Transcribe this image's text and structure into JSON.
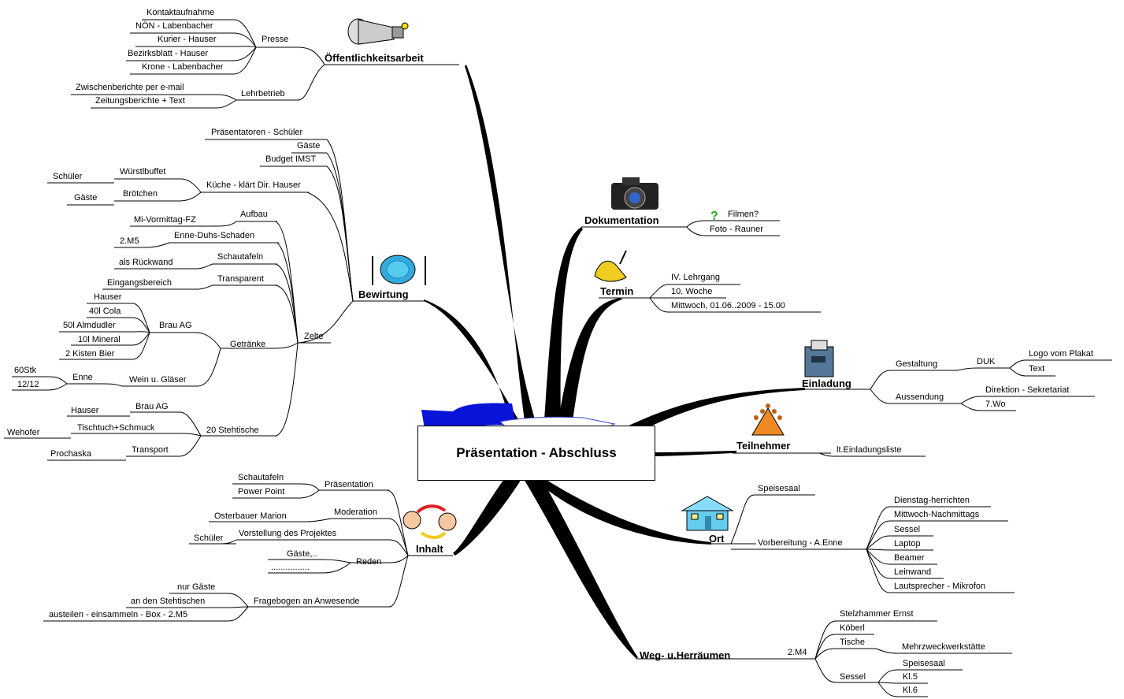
{
  "root": {
    "title": "Präsentation - Abschluss"
  },
  "branches": {
    "oeffentlichkeitsarbeit": {
      "title": "Öffentlichkeitsarbeit",
      "presse": {
        "label": "Presse",
        "items": [
          "Kontaktaufnahme",
          "NÖN - Labenbacher",
          "Kurier - Hauser",
          "Bezirksblatt - Hauser",
          "Krone - Labenbacher"
        ]
      },
      "lehrbetrieb": {
        "label": "Lehrbetrieb",
        "items": [
          "Zwischenberichte per e-mail",
          "Zeitungsberichte + Text"
        ]
      }
    },
    "bewirtung": {
      "title": "Bewirtung",
      "items": [
        "Präsentatoren - Schüler",
        "Gäste",
        "Budget IMST"
      ],
      "kueche": {
        "label": "Küche - klärt Dir. Hauser",
        "wurstlbuffet": {
          "label": "Würstlbuffet",
          "items": [
            "Schüler"
          ]
        },
        "broetchen": {
          "label": "Brötchen",
          "items": [
            "Gäste"
          ]
        }
      },
      "zelte": {
        "label": "Zelte",
        "aufbau": {
          "label": "Aufbau",
          "items": [
            "Mi-Vormittag-FZ"
          ]
        },
        "enne_duhs": {
          "label": "Enne-Duhs-Schaden",
          "items": [
            "2.M5"
          ]
        },
        "schautafeln": {
          "label": "Schautafeln",
          "items": [
            "als Rückwand"
          ]
        },
        "transparent": {
          "label": "Transparent",
          "items": [
            "Eingangsbereich"
          ]
        },
        "getraenke": {
          "label": "Getränke",
          "brau_ag": {
            "label": "Brau AG",
            "items": [
              "Hauser",
              "40l Cola",
              "50l Almdudler",
              "10l Mineral",
              "2 Kisten Bier"
            ]
          },
          "wein": {
            "label": "Wein u. Gläser",
            "enne": {
              "label": "Enne",
              "items": [
                "60Stk",
                "12/12"
              ]
            }
          }
        },
        "stehtische": {
          "label": "20 Stehtische",
          "brau_ag": {
            "label": "Brau AG",
            "items": [
              "Hauser"
            ]
          },
          "tischtuch": {
            "label": "Tischtuch+Schmuck",
            "items": [
              "Wehofer"
            ]
          },
          "transport": {
            "label": "Transport",
            "items": [
              "Prochaska"
            ]
          }
        }
      }
    },
    "inhalt": {
      "title": "Inhalt",
      "praesentation": {
        "label": "Präsentation",
        "items": [
          "Schautafeln",
          "Power Point"
        ]
      },
      "moderation": {
        "label": "Moderation",
        "items": [
          "Osterbauer Marion"
        ]
      },
      "vorstellung": {
        "label": "Vorstellung des Projektes",
        "items": [
          "Schüler"
        ]
      },
      "reden": {
        "label": "Reden",
        "items": [
          "Gäste,..",
          "................"
        ]
      },
      "fragebogen": {
        "label": "Fragebogen an Anwesende",
        "items": [
          "nur Gäste",
          "an den Stehtischen",
          "austeilen - einsammeln - Box - 2.M5"
        ]
      }
    },
    "dokumentation": {
      "title": "Dokumentation",
      "items": [
        "Filmen?",
        "Foto - Rauner"
      ]
    },
    "termin": {
      "title": "Termin",
      "items": [
        "IV. Lehrgang",
        "10. Woche",
        "Mittwoch, 01.06..2009 - 15.00"
      ]
    },
    "einladung": {
      "title": "Einladung",
      "gestaltung": {
        "label": "Gestaltung",
        "duk": {
          "label": "DUK",
          "items": [
            "Logo vom Plakat",
            "Text"
          ]
        }
      },
      "aussendung": {
        "label": "Aussendung",
        "items": [
          "Direktion - Sekretariat",
          "7.Wo"
        ]
      }
    },
    "teilnehmer": {
      "title": "Teilnehmer",
      "items": [
        "lt.Einladungsliste"
      ]
    },
    "ort": {
      "title": "Ort",
      "items": [
        "Speisesaal"
      ],
      "vorbereitung": {
        "label": "Vorbereitung - A.Enne",
        "items": [
          "Dienstag-herrichten",
          "Mittwoch-Nachmittags",
          "Sessel",
          "Laptop",
          "Beamer",
          "Leinwand",
          "Lautsprecher - Mikrofon"
        ]
      }
    },
    "weg": {
      "title": "Weg- u.Herräumen",
      "m4": {
        "label": "2.M4",
        "items": [
          "Stelzhammer Ernst",
          "Köberl"
        ],
        "tische": {
          "label": "Tische",
          "items": [
            "Mehrzweckwerkstätte"
          ]
        },
        "sessel": {
          "label": "Sessel",
          "items": [
            "Speisesaal",
            "Kl.5",
            "Kl.6"
          ]
        }
      }
    }
  },
  "colors": {
    "line": "#000000",
    "blue": "#0000dd",
    "tealPlate": "#33aadd",
    "orange": "#ee8822",
    "yellow": "#eecc22",
    "house": "#66ccee"
  },
  "icons": [
    "megaphone-icon",
    "plate-cutlery-icon",
    "camera-icon",
    "question-mark-icon",
    "bell-icon",
    "mailbox-icon",
    "round-table-icon",
    "house-icon",
    "people-exchange-icon",
    "banner-icon"
  ]
}
